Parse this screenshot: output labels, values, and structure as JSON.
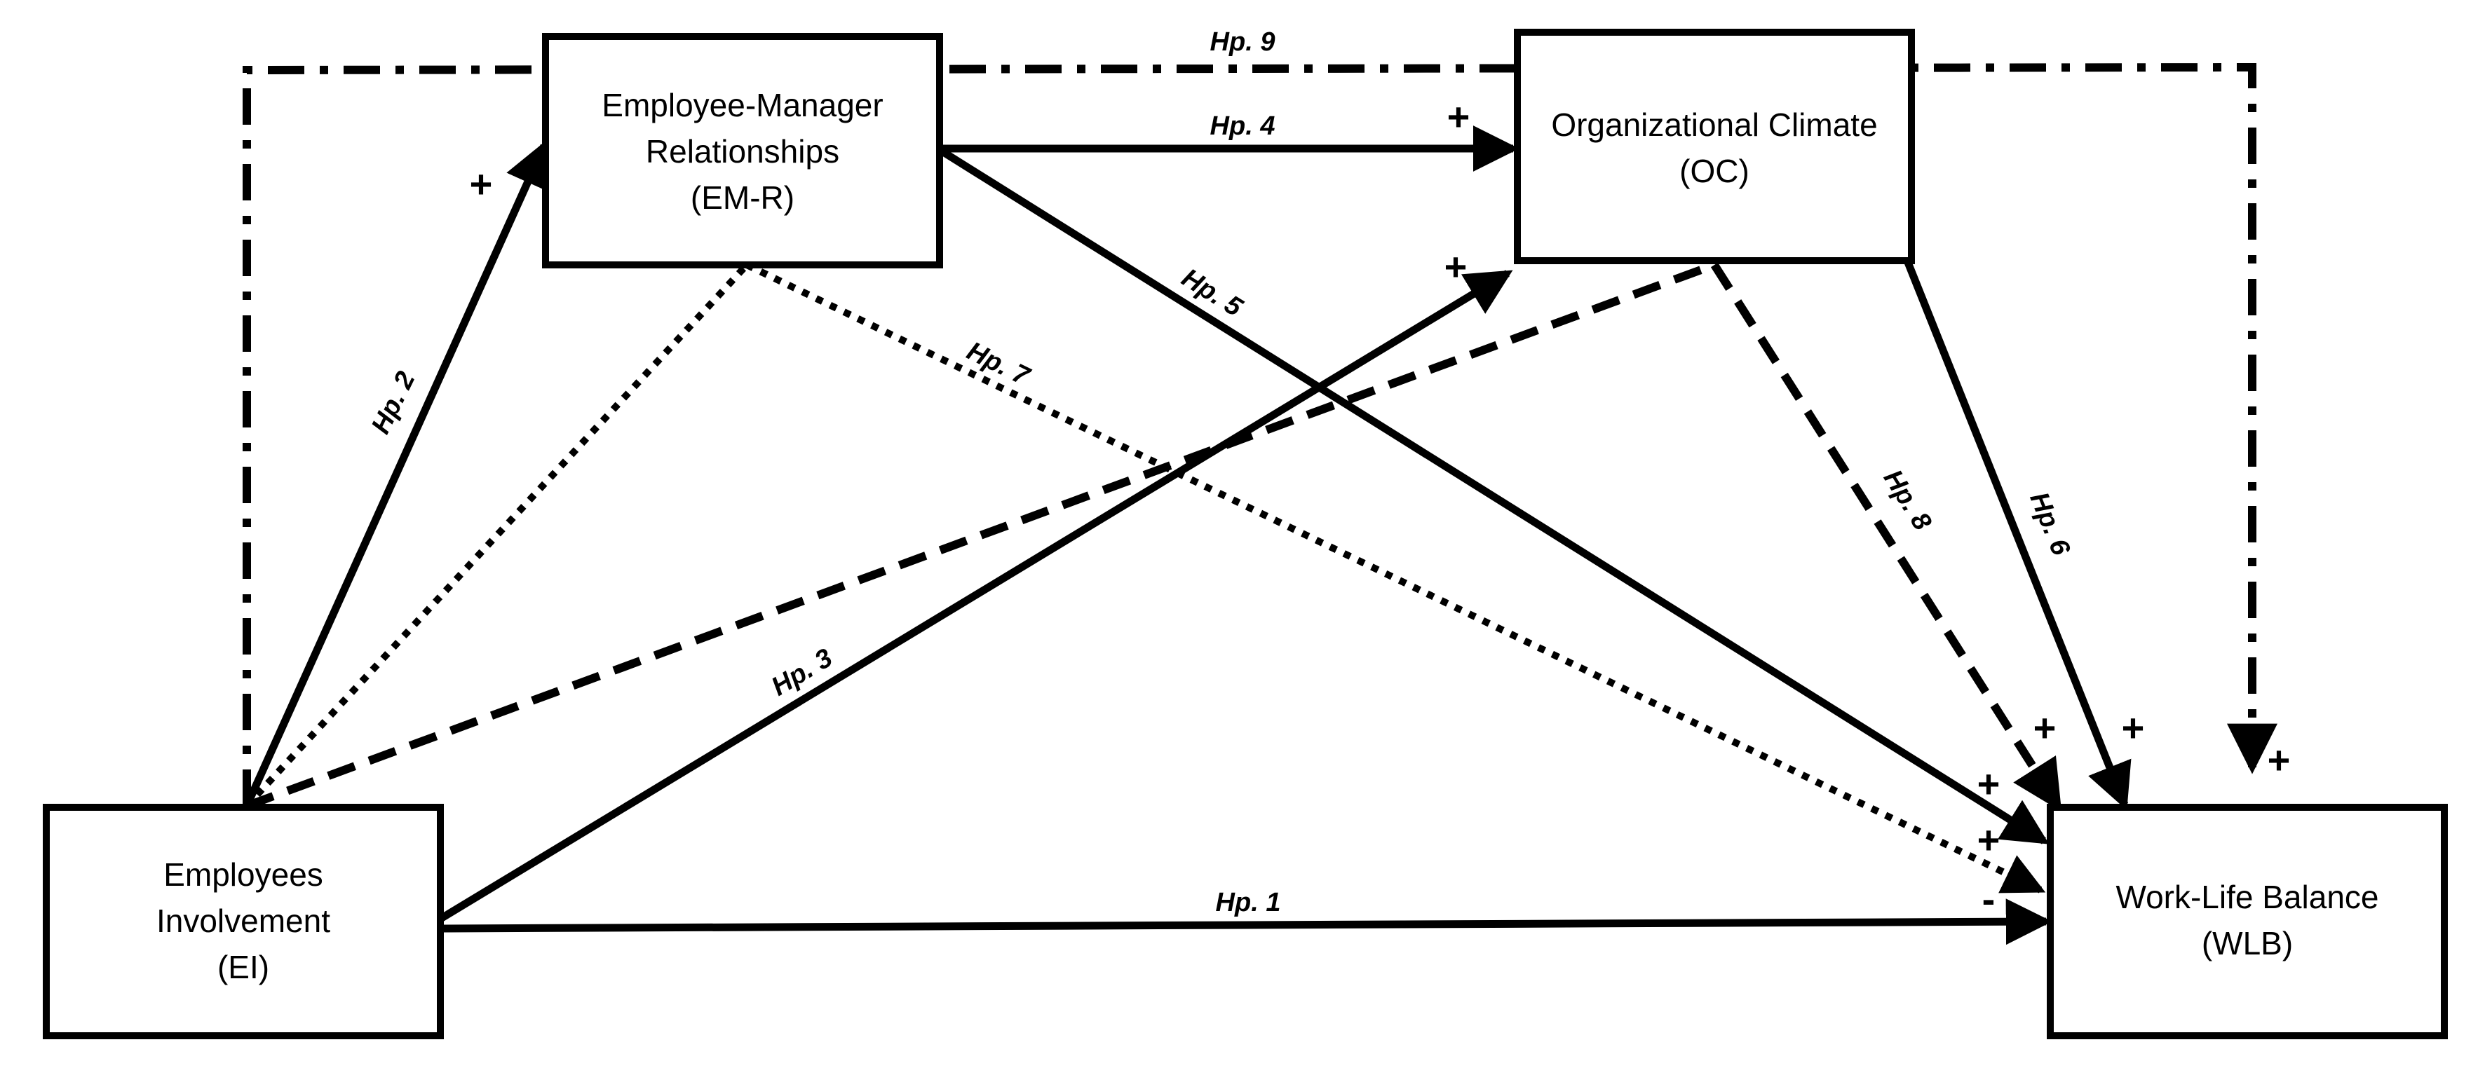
{
  "nodes": {
    "em_r": {
      "line1": "Employee-Manager",
      "line2": "Relationships",
      "line3": "(EM-R)"
    },
    "oc": {
      "line1": "Organizational Climate",
      "line2": "(OC)"
    },
    "ei": {
      "line1": "Employees",
      "line2": "Involvement",
      "line3": "(EI)"
    },
    "wlb": {
      "line1": "Work-Life Balance",
      "line2": "(WLB)"
    }
  },
  "hypotheses": {
    "hp1": "Hp. 1",
    "hp2": "Hp. 2",
    "hp3": "Hp. 3",
    "hp4": "Hp. 4",
    "hp5": "Hp. 5",
    "hp6": "Hp. 6",
    "hp7": "Hp. 7",
    "hp8": "Hp. 8",
    "hp9": "Hp. 9"
  },
  "signs": {
    "ei_to_emr": "+",
    "emr_to_oc": "+",
    "ei_to_oc": "+",
    "hp8_wlb": "+",
    "hp6_wlb": "+",
    "hp9_wlb": "+",
    "hp5_wlb": "+",
    "hp7_wlb": "+",
    "hp1_wlb": "-"
  }
}
